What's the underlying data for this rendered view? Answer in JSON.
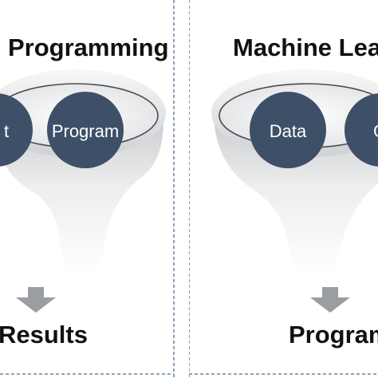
{
  "left_panel": {
    "title": "Programming",
    "inputs": [
      "t",
      "Program"
    ],
    "output": "Results"
  },
  "right_panel": {
    "title": "Machine Lea",
    "inputs": [
      "Data",
      "G"
    ],
    "output": "Program"
  },
  "colors": {
    "circle_fill": "#3e5068",
    "circle_text": "#ffffff",
    "arrow": "#9a9da2",
    "panel_border": "#4a6d93",
    "text": "#111111"
  }
}
